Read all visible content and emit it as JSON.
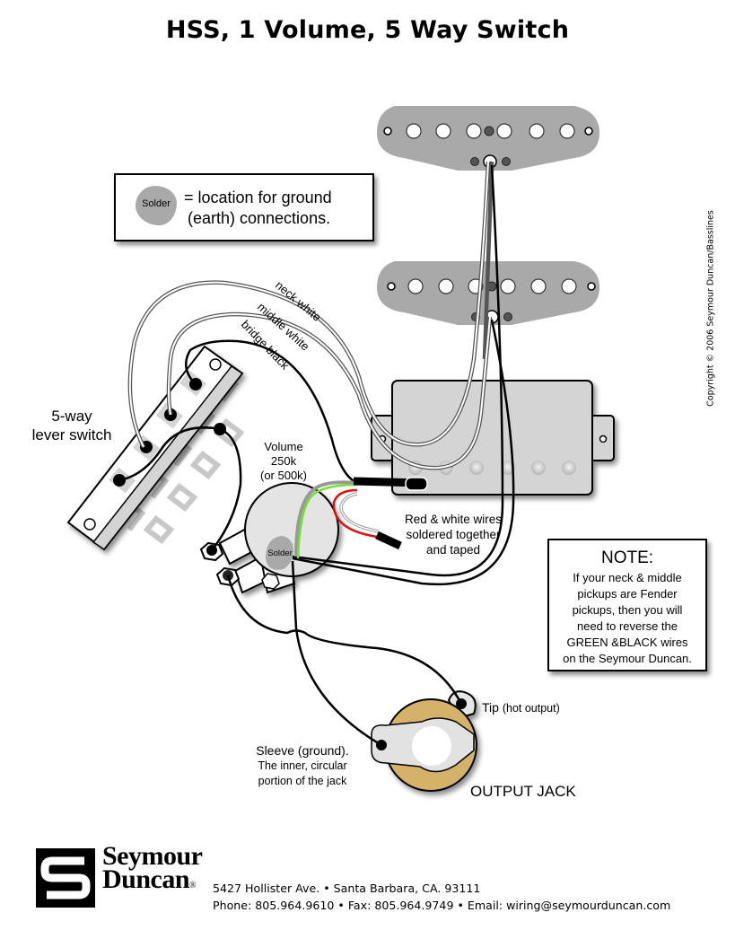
{
  "title": "HSS, 1 Volume, 5 Way Switch",
  "legend": {
    "solder_blob_label": "Solder",
    "line1": "= location for ground",
    "line2": "(earth) connections."
  },
  "wire_labels": {
    "neck": "neck white",
    "middle": "middle white",
    "bridge": "bridge black"
  },
  "switch": {
    "label_line1": "5-way",
    "label_line2": "lever switch"
  },
  "volume": {
    "label_line1": "Volume",
    "label_line2": "250k",
    "label_line3": "(or 500k)",
    "solder_label": "Solder"
  },
  "red_white_note": {
    "line1": "Red & white wires",
    "line2": "soldered together",
    "line3": "and taped"
  },
  "note": {
    "title": "NOTE:",
    "lines": [
      "If your neck & middle",
      "pickups are Fender",
      "pickups, then you will",
      "need to reverse the",
      "GREEN &BLACK wires",
      "on the Seymour Duncan."
    ]
  },
  "jack": {
    "tip_label": "Tip",
    "tip_detail": "(hot output)",
    "sleeve_label": "Sleeve (ground).",
    "sleeve_detail_line1": "The inner, circular",
    "sleeve_detail_line2": "portion of the jack",
    "title": "OUTPUT JACK"
  },
  "copyright": "Copyright © 2006 Seymour Duncan/Basslines",
  "footer": {
    "brand_line1": "Seymour",
    "brand_line2": "Duncan",
    "registered": "®",
    "address": "5427 Hollister Ave.  •  Santa Barbara, CA. 93111",
    "contact": "Phone: 805.964.9610  •  Fax: 805.964.9749  •  Email: wiring@seymourduncan.com"
  },
  "colors": {
    "pickup_gray": "#a9a9a9",
    "humbucker_gray": "#d4d4d4",
    "jack_brass": "#d4b26a",
    "wire_green": "#6fe22c",
    "wire_red": "#e01010",
    "wire_black": "#000000",
    "wire_white": "#ffffff"
  }
}
